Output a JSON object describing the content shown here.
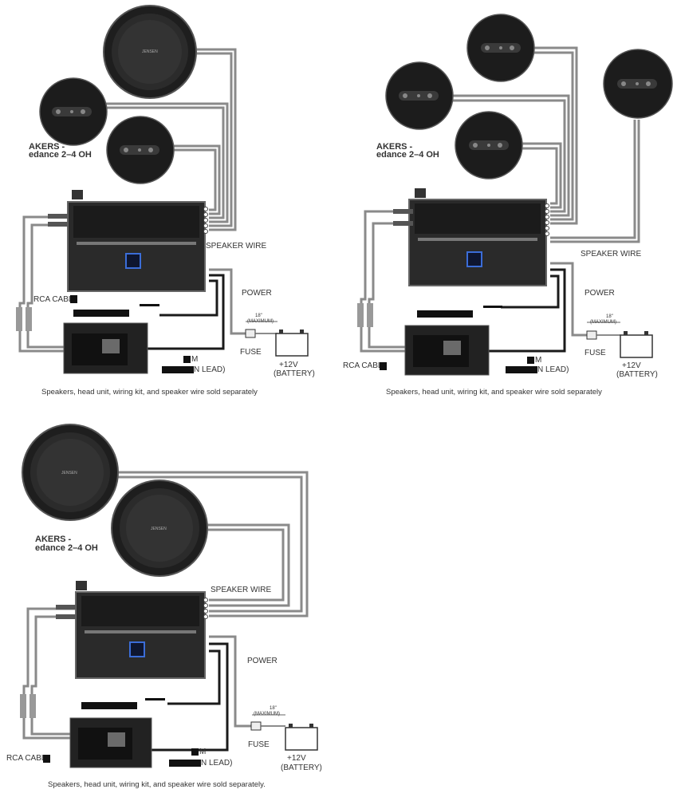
{
  "diagrams": [
    {
      "speaker_header": "AKERS -",
      "speaker_impedance": "edance 2–4 OH",
      "speaker_brand": "JENSEN",
      "speaker_wire": "SPEAKER WIRE",
      "power": "POWER",
      "max_length": "18\"",
      "max_label": "(MAXIMUM)",
      "fuse": "FUSE",
      "battery_voltage": "+12V",
      "battery_label": "(BATTERY)",
      "rca_cable": "RCA CABL",
      "remote_top": "M",
      "remote_bottom": "N LEAD)",
      "caption": "Speakers, head unit, wiring kit, and speaker wire sold separately"
    },
    {
      "speaker_header": "AKERS -",
      "speaker_impedance": "edance 2–4 OH",
      "speaker_wire": "SPEAKER WIRE",
      "power": "POWER",
      "max_length": "18\"",
      "max_label": "(MAXIMUM)",
      "fuse": "FUSE",
      "battery_voltage": "+12V",
      "battery_label": "(BATTERY)",
      "rca_cable": "RCA CABL",
      "remote_top": "M",
      "remote_bottom": "N LEAD)",
      "caption": "Speakers, head unit, wiring kit, and speaker wire sold separately"
    },
    {
      "speaker_header": "AKERS -",
      "speaker_impedance": "edance 2–4 OH",
      "speaker_brand": "JENSEN",
      "speaker_wire": "SPEAKER WIRE",
      "power": "POWER",
      "max_length": "18\"",
      "max_label": "(MAXIMUM)",
      "fuse": "FUSE",
      "battery_voltage": "+12V",
      "battery_label": "(BATTERY)",
      "rca_cable": "RCA CABL",
      "remote_top": "M",
      "remote_bottom": "N LEAD)",
      "caption": "Speakers, head unit, wiring kit, and speaker wire sold separately."
    }
  ]
}
